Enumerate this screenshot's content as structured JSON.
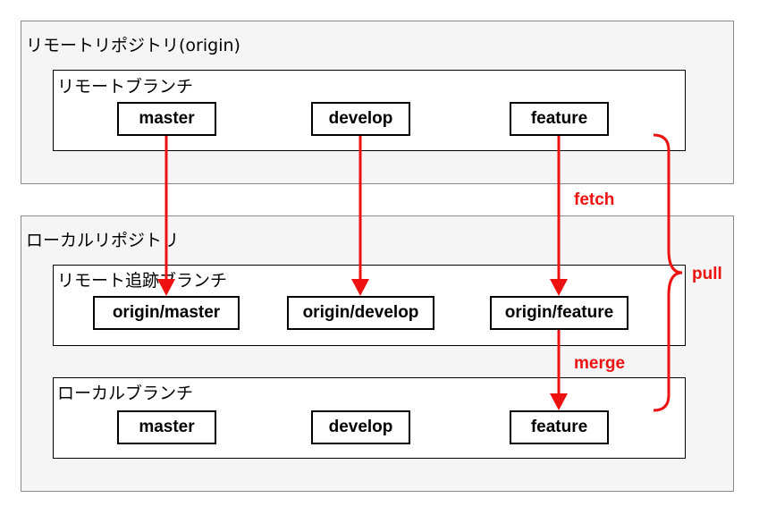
{
  "remote_repo": {
    "title": "リモートリポジトリ(origin)",
    "remote_branches": {
      "title": "リモートブランチ",
      "branches": [
        "master",
        "develop",
        "feature"
      ]
    }
  },
  "local_repo": {
    "title": "ローカルリポジトリ",
    "tracking_branches": {
      "title": "リモート追跡ブランチ",
      "branches": [
        "origin/master",
        "origin/develop",
        "origin/feature"
      ]
    },
    "local_branches": {
      "title": "ローカルブランチ",
      "branches": [
        "master",
        "develop",
        "feature"
      ]
    }
  },
  "operations": {
    "fetch": "fetch",
    "merge": "merge",
    "pull": "pull"
  },
  "colors": {
    "arrow": "#ee1111",
    "repo_fill": "#f5f5f5",
    "repo_border": "#8a8a8a"
  }
}
